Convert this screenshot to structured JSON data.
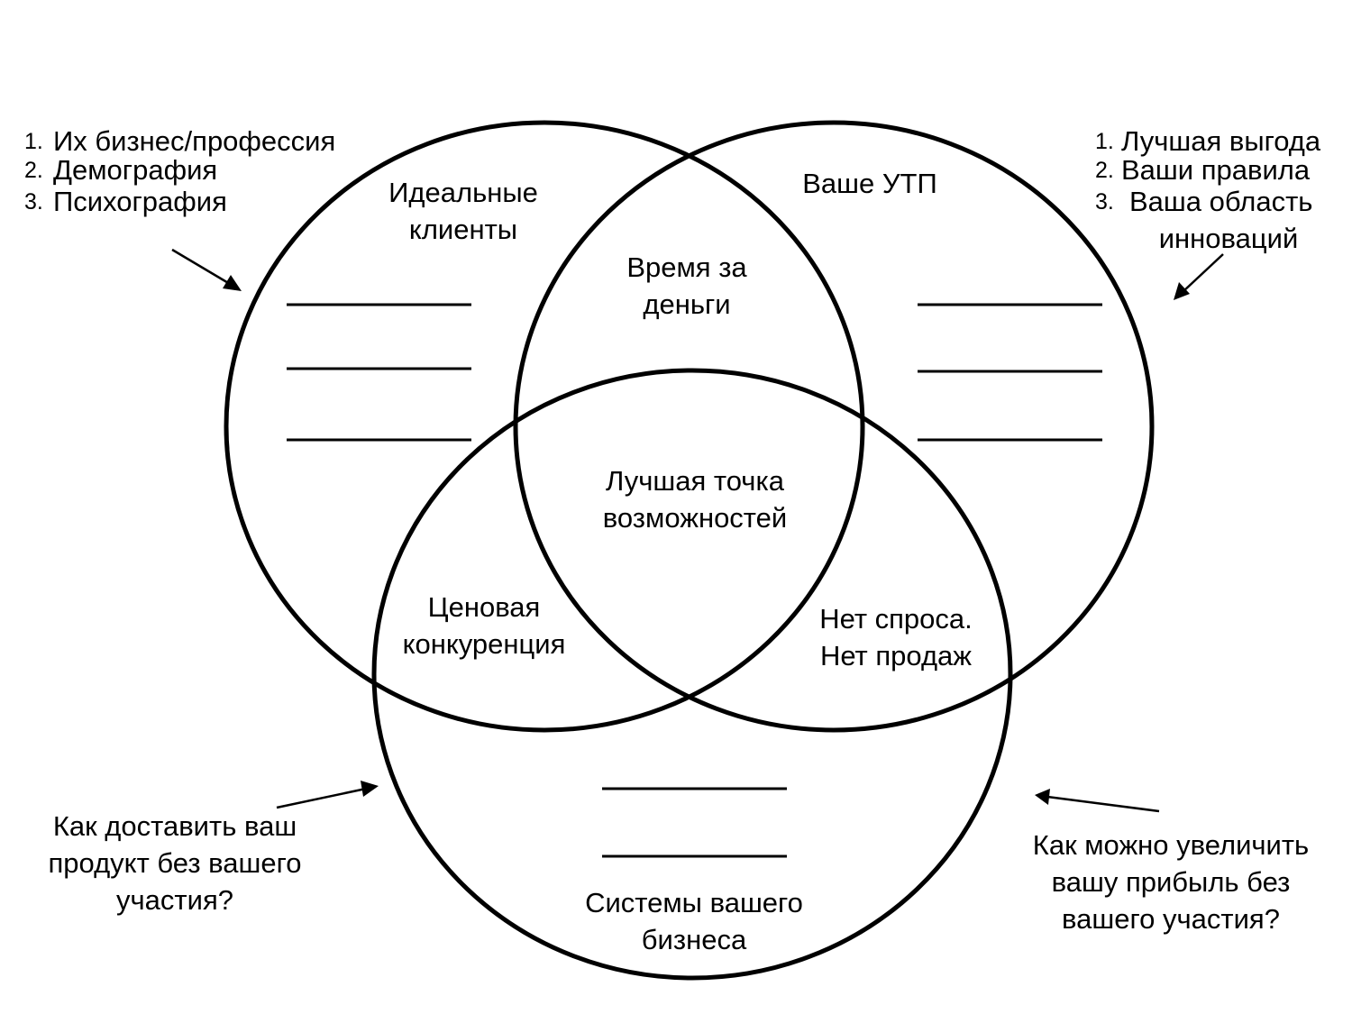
{
  "circles": {
    "left": {
      "title": [
        "Идеальные",
        "клиенты"
      ],
      "notes": [
        {
          "num": "1.",
          "text": "Их бизнес/профессия"
        },
        {
          "num": "2.",
          "text": "Демография"
        },
        {
          "num": "3.",
          "text": "Психография"
        }
      ]
    },
    "right": {
      "title": [
        "Ваше УТП"
      ],
      "notes": [
        {
          "num": "1.",
          "text": "Лучшая выгода"
        },
        {
          "num": "2.",
          "text": "Ваши правила"
        },
        {
          "num": "3.",
          "text": "Ваша область",
          "cont": "инноваций"
        }
      ]
    },
    "bottom": {
      "title": [
        "Системы вашего",
        "бизнеса"
      ]
    }
  },
  "overlaps": {
    "left_right": [
      "Время за",
      "деньги"
    ],
    "center": [
      "Лучшая точка",
      "возможностей"
    ],
    "left_bottom": [
      "Ценовая",
      "конкуренция"
    ],
    "right_bottom": [
      "Нет спроса.",
      "Нет продаж"
    ]
  },
  "questions": {
    "bottom_left": [
      "Как доставить ваш",
      "продукт без вашего",
      "участия?"
    ],
    "bottom_right": [
      "Как можно увеличить",
      "вашу прибыль без",
      "вашего участия?"
    ]
  },
  "colors": {
    "stroke": "#000000",
    "background": "#ffffff"
  }
}
